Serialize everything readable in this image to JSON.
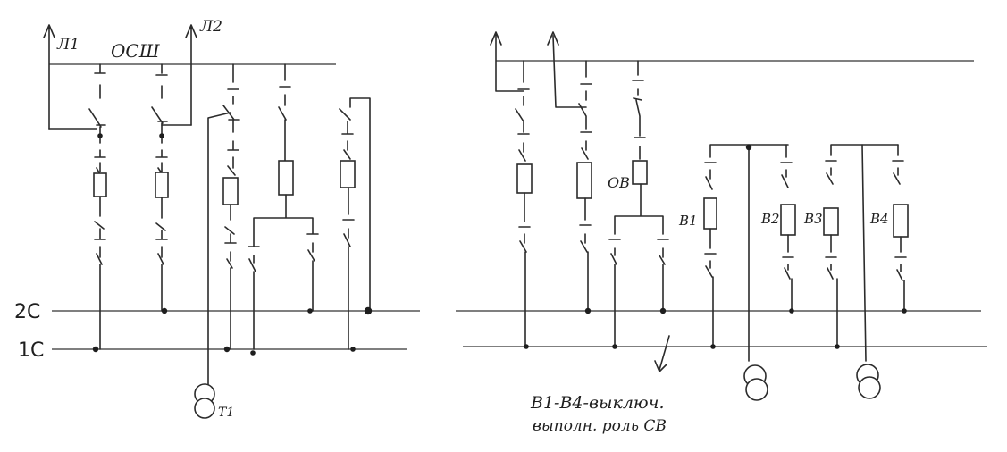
{
  "left_scheme": {
    "bus_top_label": "ОСШ",
    "line1_label": "Л1",
    "line2_label": "Л2",
    "bus_2_label": "2С",
    "bus_1_label": "1С",
    "transformer_label": "Т1"
  },
  "right_scheme": {
    "bypass_breaker_label": "ОВ",
    "breaker_labels": [
      "В1",
      "В2",
      "В3",
      "В4"
    ],
    "note_line1": "В1-В4-выключ.",
    "note_line2": "выполн. роль СВ"
  },
  "colors": {
    "ink": "#2b2b2b",
    "paper": "#ffffff"
  }
}
